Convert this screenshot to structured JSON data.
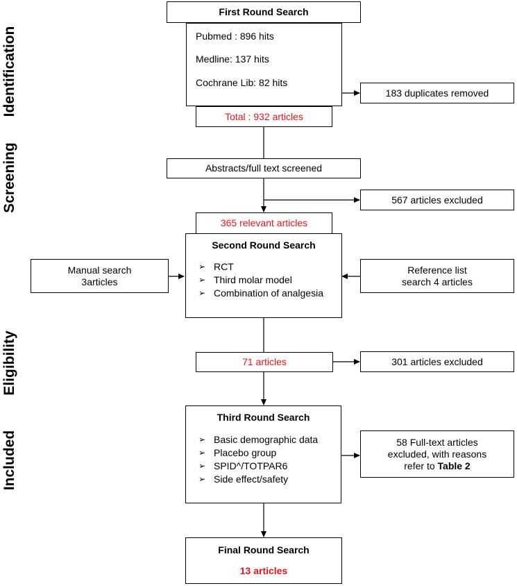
{
  "stages": {
    "identification": "Identification",
    "screening": "Screening",
    "eligibility": "Eligibility",
    "included": "Included"
  },
  "first_round": {
    "title": "First Round Search",
    "sources": [
      "Pubmed : 896 hits",
      "Medline: 137 hits",
      "Cochrane Lib: 82 hits"
    ],
    "total": "Total : 932 articles"
  },
  "duplicates": "183 duplicates removed",
  "screened": "Abstracts/full text screened",
  "excluded_screening": "567 articles excluded",
  "relevant": "365 relevant articles",
  "second_round": {
    "title": "Second Round Search",
    "criteria": [
      "RCT",
      "Third molar model",
      "Combination of analgesia"
    ]
  },
  "manual_search": [
    "Manual search",
    "3articles"
  ],
  "reference_search": [
    "Reference list",
    "search 4 articles"
  ],
  "eligible": "71 articles",
  "excluded_eligibility": "301 articles excluded",
  "third_round": {
    "title": "Third Round Search",
    "criteria": [
      "Basic demographic data",
      "Placebo group",
      "SPID^/TOTPAR6",
      "Side effect/safety"
    ]
  },
  "fulltext_excluded": {
    "lines": [
      "58 Full-text articles",
      "excluded, with reasons"
    ],
    "refer_prefix": "refer to ",
    "refer_table": "Table 2"
  },
  "final_round": {
    "title": "Final Round Search",
    "result": "13 articles"
  },
  "colors": {
    "highlight": "#e8141b",
    "line": "#000000",
    "bullet_icon": "arrowhead"
  }
}
